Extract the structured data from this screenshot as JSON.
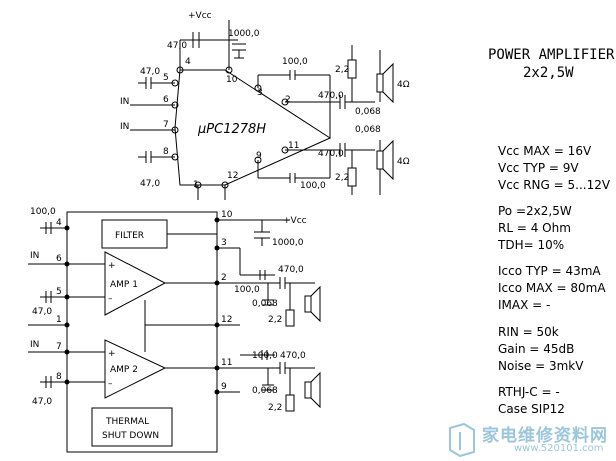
{
  "title": {
    "line1": "POWER  AMPLIFIER",
    "line2": "2x2,5W"
  },
  "top": {
    "chip": "µPC1278H",
    "vcc": "+Vcc",
    "pins": {
      "p4": "4",
      "p5": "5",
      "p6": "6",
      "p7": "7",
      "p8": "8",
      "p1": "1",
      "p10": "10",
      "p3": "3",
      "p2": "2",
      "p11": "11",
      "p9": "9",
      "p12": "12"
    },
    "caps": {
      "c47a": "47,0",
      "c47b": "47,0",
      "c47c": "47,0",
      "c1000": "1000,0",
      "c100a": "100,0",
      "c100b": "100,0",
      "c470a": "470,0",
      "c470b": "470,0",
      "c068a": "0,068",
      "c068b": "0,068"
    },
    "res": {
      "r22a": "2,2",
      "r22b": "2,2"
    },
    "ins": {
      "in1": "IN",
      "in2": "IN"
    },
    "spk": {
      "s1": "4Ω",
      "s2": "4Ω"
    }
  },
  "bottom": {
    "filter": "FILTER",
    "amp1": "AMP 1",
    "amp2": "AMP 2",
    "thermal1": "THERMAL",
    "thermal2": "SHUT DOWN",
    "vcc": "+Vcc",
    "plus1": "+",
    "minus1": "–",
    "plus2": "+",
    "minus2": "–",
    "pins": {
      "p4": "4",
      "p6": "6",
      "p5": "5",
      "p1": "1",
      "p7": "7",
      "p8": "8",
      "p10": "10",
      "p3": "3",
      "p2": "2",
      "p12": "12",
      "p11": "11",
      "p9": "9"
    },
    "caps": {
      "c100a": "100,0",
      "c47a": "47,0",
      "c47b": "47,0",
      "c1000": "1000,0",
      "c470a": "470,0",
      "c100b": "100,0",
      "c068a": "0,068",
      "c100c": "100,0",
      "c470b": "470,0",
      "c068b": "0,068"
    },
    "res": {
      "r22a": "2,2",
      "r22b": "2,2"
    },
    "ins": {
      "in1": "IN",
      "in2": "IN"
    }
  },
  "specs": {
    "vcc_max": "Vcc MAX = 16V",
    "vcc_typ": "Vcc TYP = 9V",
    "vcc_rng": "Vcc RNG = 5...12V",
    "po": "Po  =2x2,5W",
    "rl": "RL  = 4 Ohm",
    "tdh": "TDH= 10%",
    "icco_typ": "Icco TYP = 43mA",
    "icco_max": "Icco MAX = 80mA",
    "imax": "IMAX  =  -",
    "rin": "RIN  = 50k",
    "gain": "Gain = 45dB",
    "noise": "Noise = 3mkV",
    "rthj": "RTHJ-C = -",
    "case": "Case SIP12"
  },
  "watermark": {
    "text": "家电维修资料网",
    "url": "www.520101.com"
  }
}
